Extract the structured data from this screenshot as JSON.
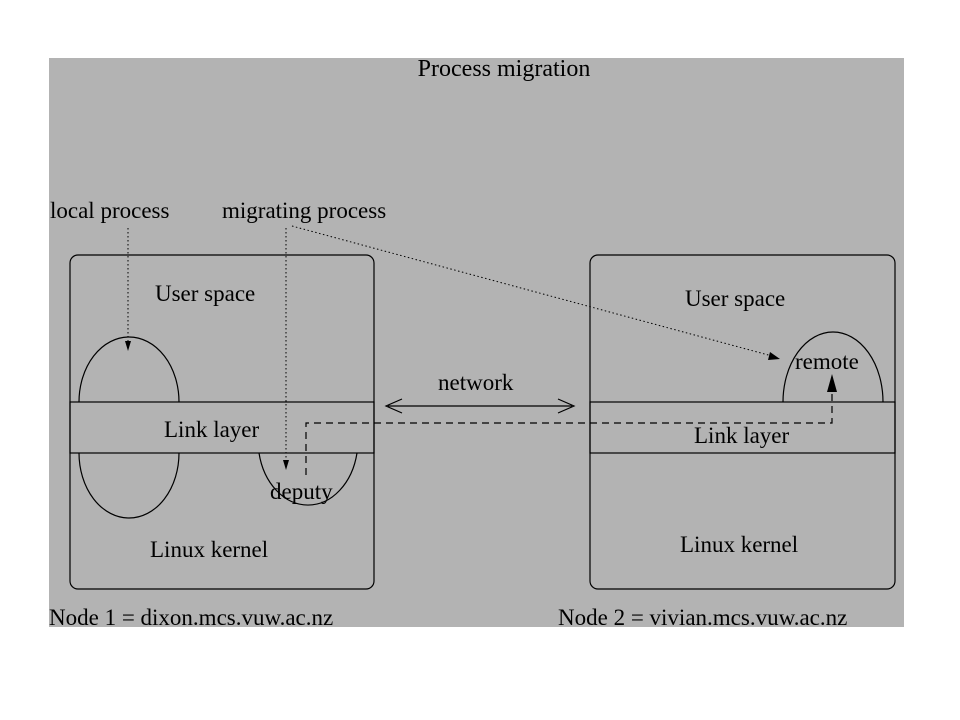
{
  "title": "Process migration",
  "labels": {
    "local_process": "local process",
    "migrating_process": "migrating process",
    "network": "network"
  },
  "node1": {
    "user_space": "User space",
    "link_layer": "Link layer",
    "linux_kernel": "Linux kernel",
    "deputy": "deputy",
    "caption": "Node 1 = dixon.mcs.vuw.ac.nz"
  },
  "node2": {
    "user_space": "User space",
    "remote": "remote",
    "link_layer": "Link layer",
    "linux_kernel": "Linux kernel",
    "caption": "Node 2 = vivian.mcs.vuw.ac.nz"
  },
  "colors": {
    "background": "#b3b3b3",
    "page": "#ffffff",
    "line": "#000000"
  }
}
